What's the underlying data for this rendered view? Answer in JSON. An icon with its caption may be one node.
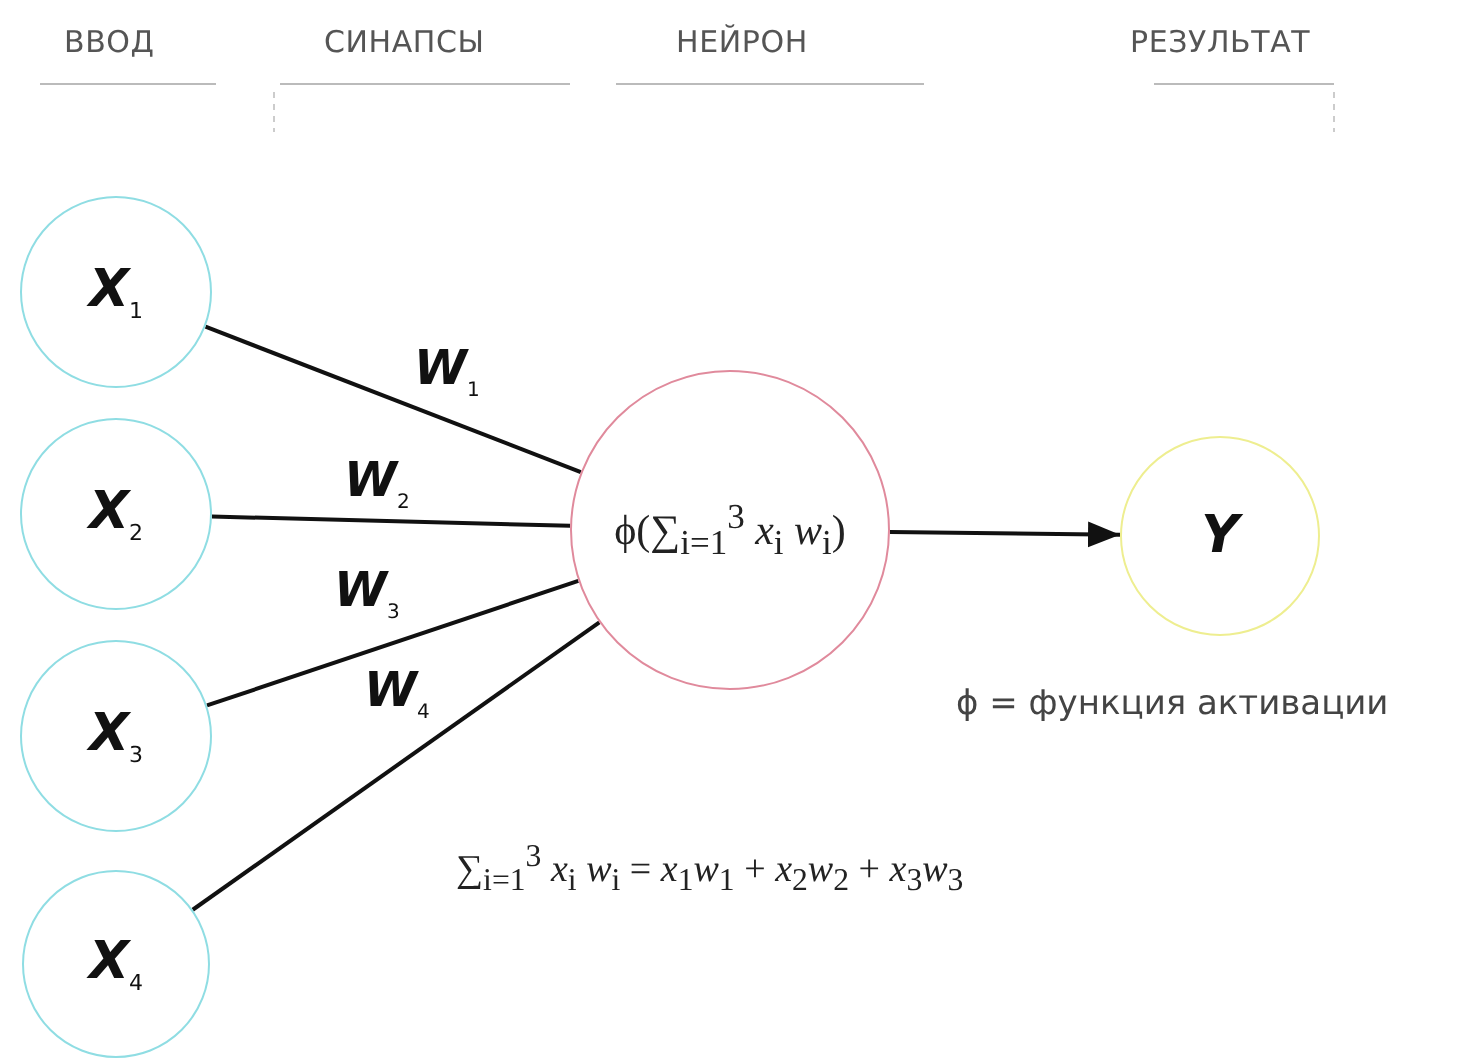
{
  "diagram": {
    "nodes": [
      {
        "text": [
          "X$_{1}$"
        ]
      },
      {
        "text": [
          "X$_{2}$"
        ]
      },
      {
        "text": [
          "X$_{3}$"
        ]
      },
      {
        "text": [
          "X$_{4}$"
        ]
      },
      {
        "text": [
          "ϕ(∑$_{i=1}$$^{3}$ *x*$_{i}$ *w*$_{i}$)"
        ]
      },
      {
        "text": [
          "Y"
        ]
      }
    ],
    "edges": [
      {
        "from": 0,
        "to": 4,
        "arrow": "none",
        "label": "W$_{1}$"
      },
      {
        "from": 1,
        "to": 4,
        "arrow": "none",
        "label": "W$_{2}$"
      },
      {
        "from": 2,
        "to": 4,
        "arrow": "none",
        "label": "W$_{3}$"
      },
      {
        "from": 3,
        "to": 4,
        "arrow": "none",
        "label": "W$_{4}$"
      },
      {
        "from": 4,
        "to": 5,
        "arrow": "to"
      }
    ],
    "labels": [
      "ВВОД",
      "СИНАПСЫ",
      "НЕЙРОН",
      "РЕЗУЛЬТАТ",
      "ϕ = функция активации",
      "∑$_{i=1}$$^{3}$ *x*$_{i}$ *w*$_{i}$ = *x*$_{1}$*w*$_{1}$ + *x*$_{2}$*w*$_{2}$ + *x*$_{3}$*w*$_{3}$"
    ]
  }
}
